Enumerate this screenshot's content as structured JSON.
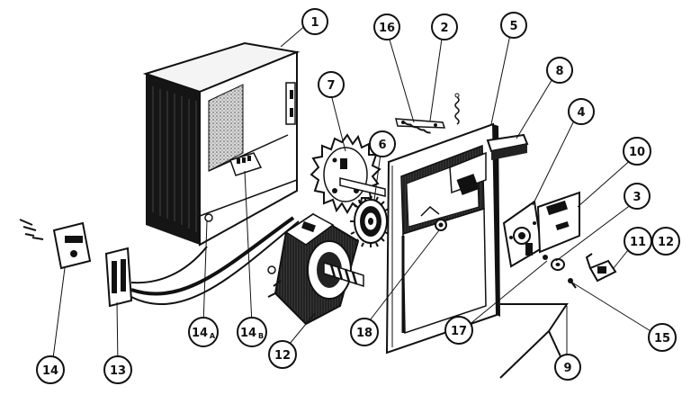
{
  "diagram": {
    "part_labels": {
      "c1": "1",
      "c2": "2",
      "c3": "3",
      "c4": "4",
      "c5": "5",
      "c6": "6",
      "c7": "7",
      "c8": "8",
      "c9": "9",
      "c10": "10",
      "c11": "11",
      "c12a": "12",
      "c12b": "12",
      "c13": "13",
      "c14": "14",
      "c14a_num": "14",
      "c14a_sub": "A",
      "c14b_num": "14",
      "c14b_sub": "B",
      "c15": "15",
      "c16": "16",
      "c17": "17",
      "c18": "18"
    },
    "colors": {
      "ink": "#111111",
      "paper": "#ffffff",
      "stipple": "#9a9a9a"
    }
  }
}
